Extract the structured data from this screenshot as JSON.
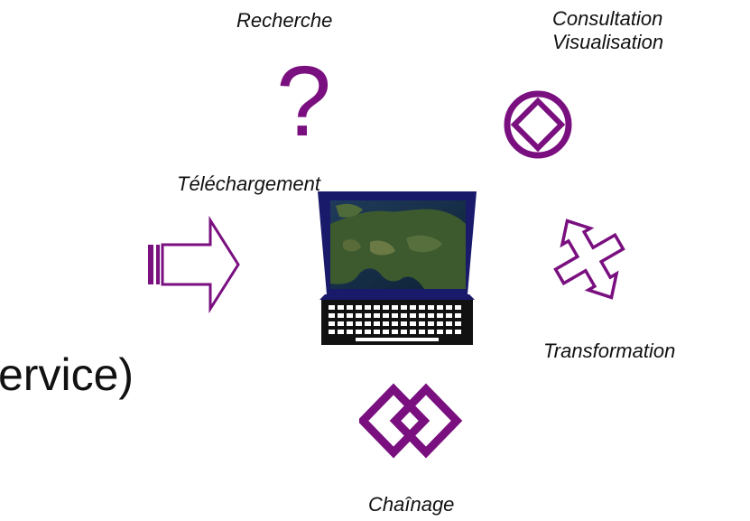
{
  "labels": {
    "recherche": "Recherche",
    "consultation": "Consultation",
    "visualisation": "Visualisation",
    "telechargement": "Téléchargement",
    "transformation": "Transformation",
    "chainage": "Chaînage"
  },
  "partial_text": "ervice)",
  "question_mark": "?",
  "colors": {
    "accent": "#7a0f7f",
    "laptop_frame": "#1a1a6b",
    "text": "#111111"
  },
  "icons": [
    "question-mark-icon",
    "diamond-circle-icon",
    "arrow-right-icon",
    "transform-arrows-icon",
    "chain-diamonds-icon",
    "laptop-icon"
  ]
}
